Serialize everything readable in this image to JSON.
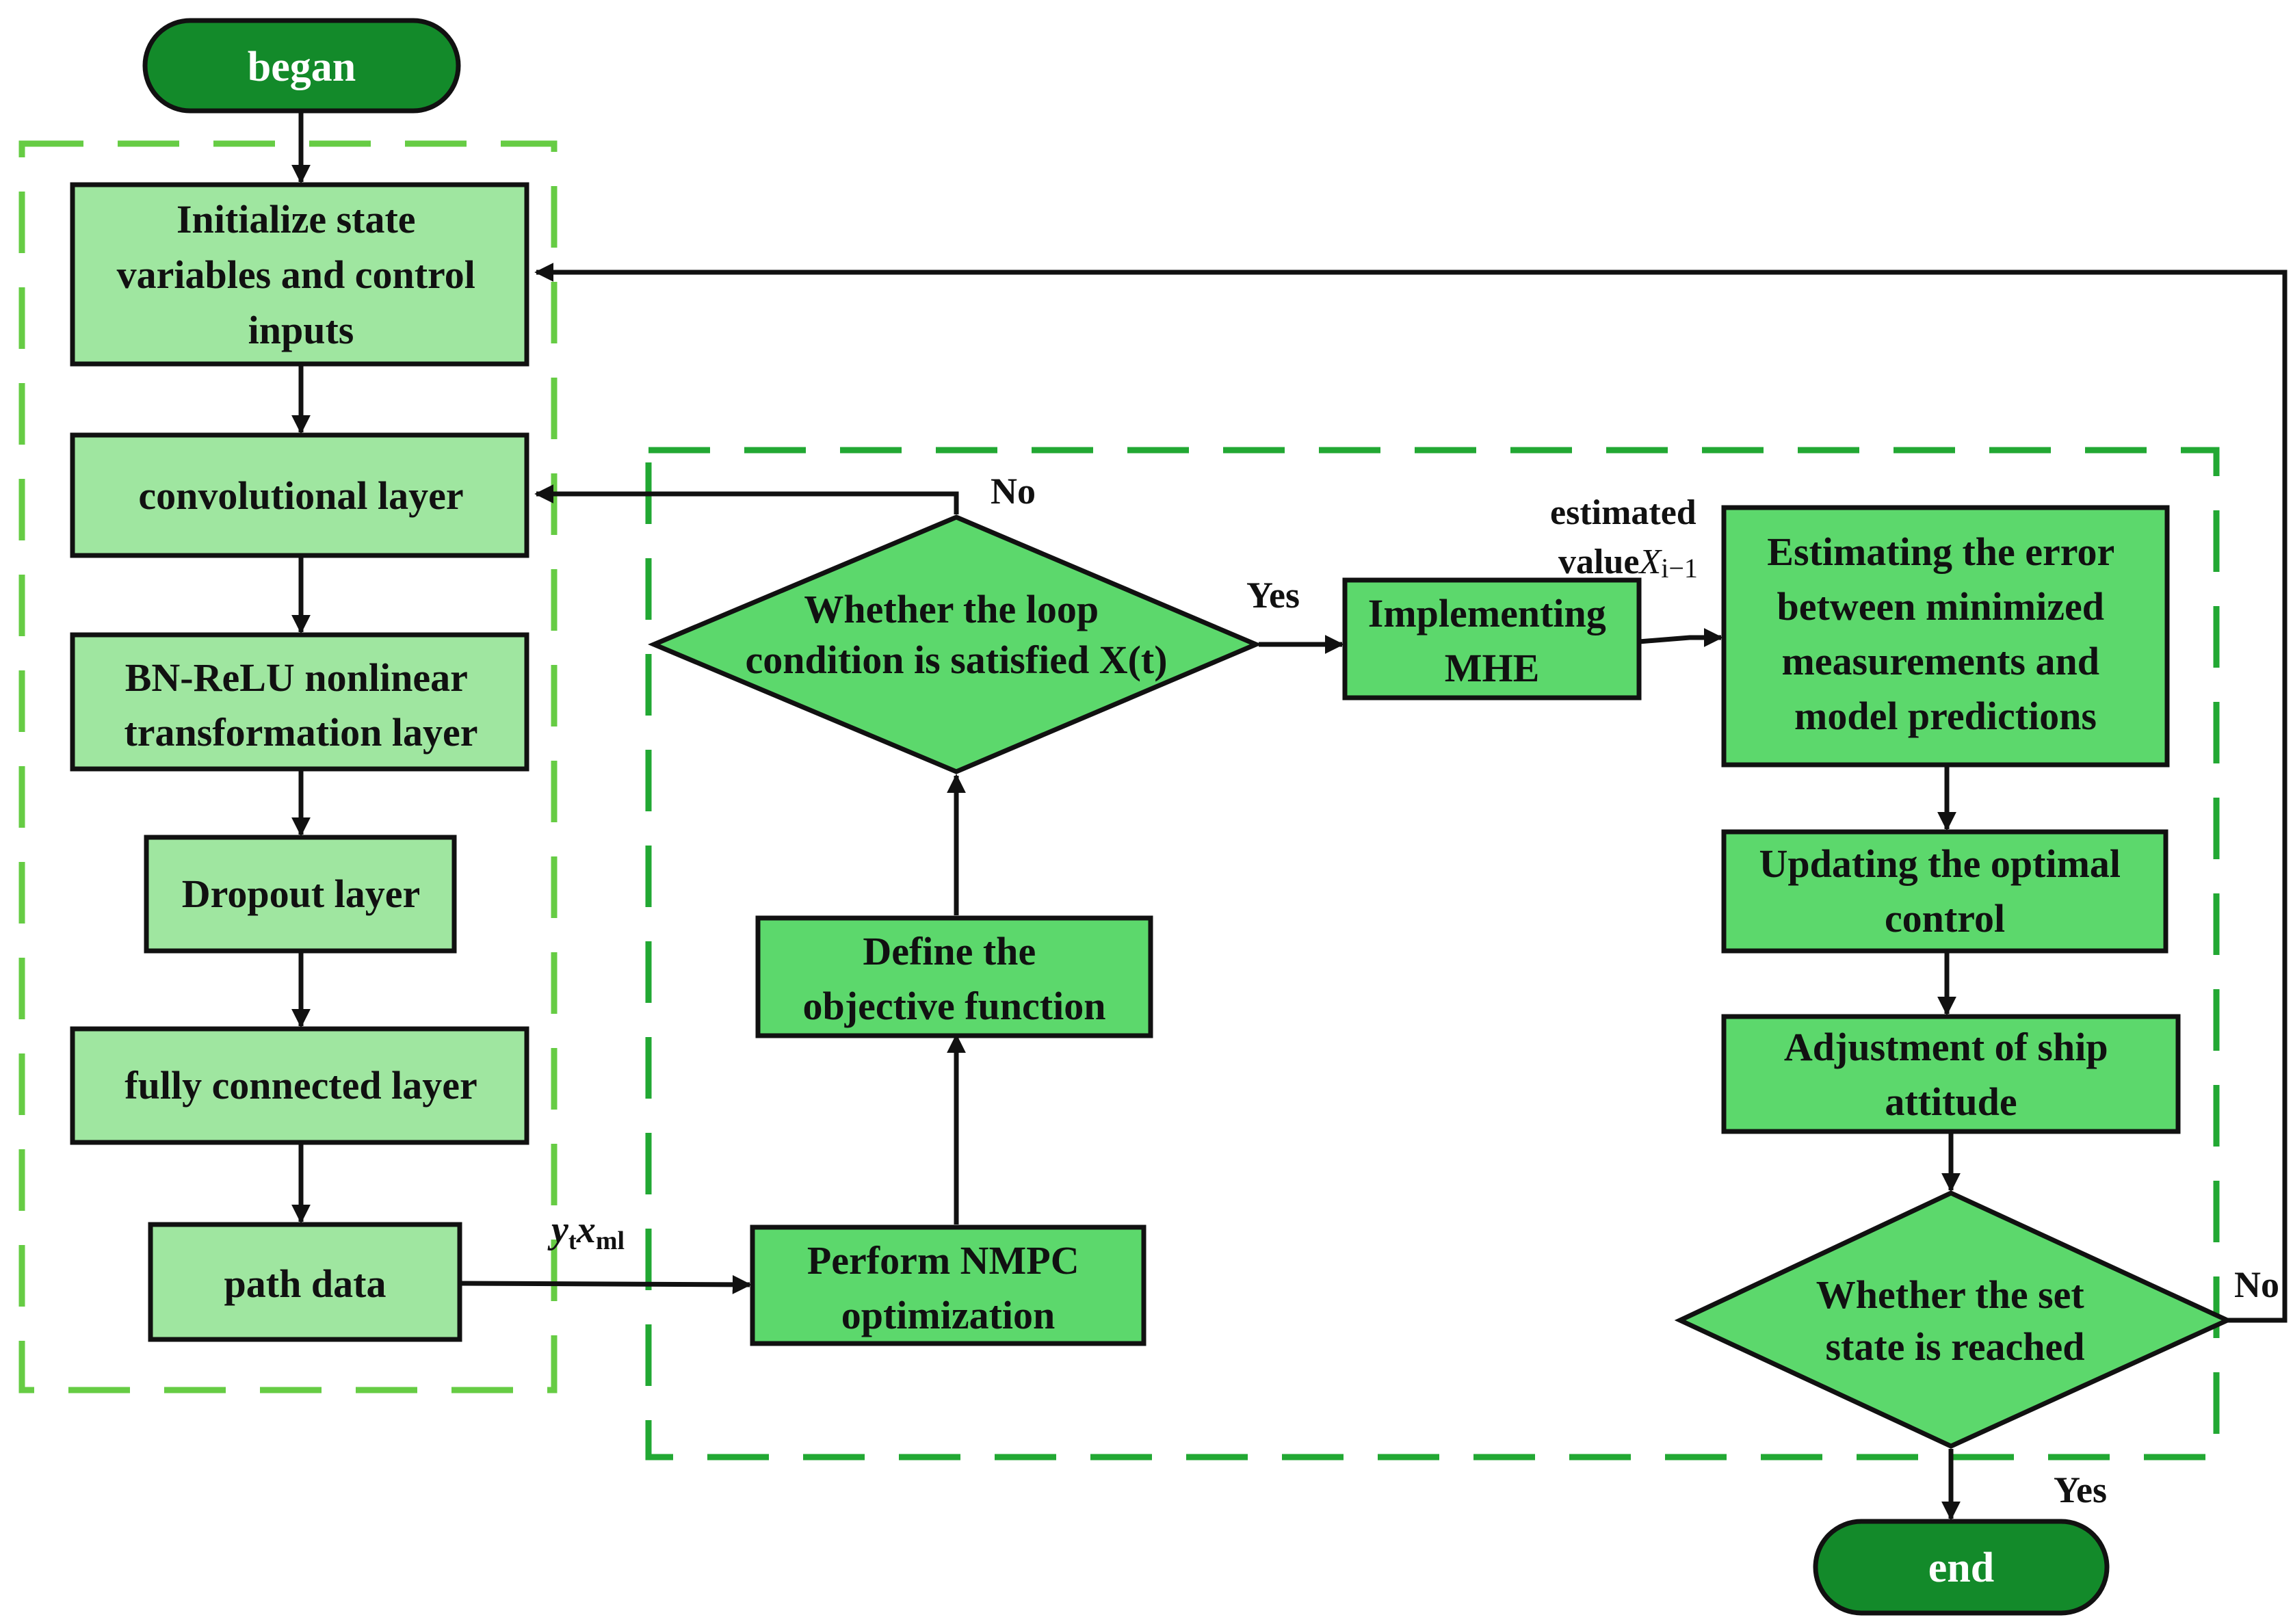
{
  "nodes": {
    "began": "began",
    "init": [
      "Initialize state",
      "variables and control",
      "inputs"
    ],
    "conv": "convolutional layer",
    "bnrelu": [
      "BN-ReLU nonlinear",
      "transformation layer"
    ],
    "dropout": "Dropout layer",
    "fc": "fully connected layer",
    "path": "path data",
    "nmpc": [
      "Perform NMPC",
      "optimization"
    ],
    "objective": [
      "Define the",
      "objective function"
    ],
    "loop": [
      "Whether the loop",
      "condition is satisfied X(t)"
    ],
    "mhe": [
      "Implementing",
      "MHE"
    ],
    "error": [
      "Estimating the error",
      "between minimized",
      "measurements and",
      "model predictions"
    ],
    "update": [
      "Updating the optimal",
      "control"
    ],
    "attitude": [
      "Adjustment of ship",
      "attitude"
    ],
    "reached": [
      "Whether the set",
      "state is reached"
    ],
    "end": "end"
  },
  "edges": {
    "loop_no": "No",
    "loop_yes": "Yes",
    "estimated_1": "estimated",
    "estimated_2": "value",
    "estimated_var": "X",
    "estimated_sub": "i−1",
    "path_y": "y",
    "path_sub1": "t",
    "path_x": "x",
    "path_sub2": "ml",
    "reached_no": "No",
    "reached_yes": "Yes"
  },
  "colors": {
    "light_box": "#9fe6a0",
    "mid_box": "#5cd86c",
    "terminal": "#138a2a",
    "left_dash": "#66cc44",
    "right_dash": "#22a833"
  }
}
